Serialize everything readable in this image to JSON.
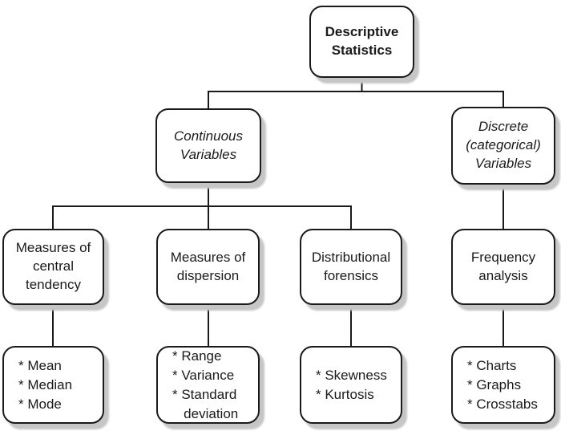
{
  "diagram": {
    "title": "Descriptive Statistics",
    "colors": {
      "background": "#ffffff",
      "box_fill": "#ffffff",
      "border": "#1a1a1a",
      "text": "#1a1a1a",
      "shadow": "#c6c6c6"
    },
    "nodes": {
      "root": {
        "label": "Descriptive\nStatistics"
      },
      "continuous": {
        "label": "Continuous\nVariables"
      },
      "discrete": {
        "label": "Discrete\n(categorical)\nVariables"
      },
      "central_tendency": {
        "label": "Measures of\ncentral\ntendency"
      },
      "dispersion": {
        "label": "Measures of\ndispersion"
      },
      "distributional_forensics": {
        "label": "Distributional\nforensics"
      },
      "frequency_analysis": {
        "label": "Frequency\nanalysis"
      },
      "central_tendency_items": {
        "lines": [
          "* Mean",
          "* Median",
          "* Mode"
        ]
      },
      "dispersion_items": {
        "lines": [
          "* Range",
          "* Variance",
          "* Standard",
          "   deviation"
        ]
      },
      "forensics_items": {
        "lines": [
          "* Skewness",
          "* Kurtosis"
        ]
      },
      "frequency_items": {
        "lines": [
          "* Charts",
          "* Graphs",
          "* Crosstabs"
        ]
      }
    }
  }
}
